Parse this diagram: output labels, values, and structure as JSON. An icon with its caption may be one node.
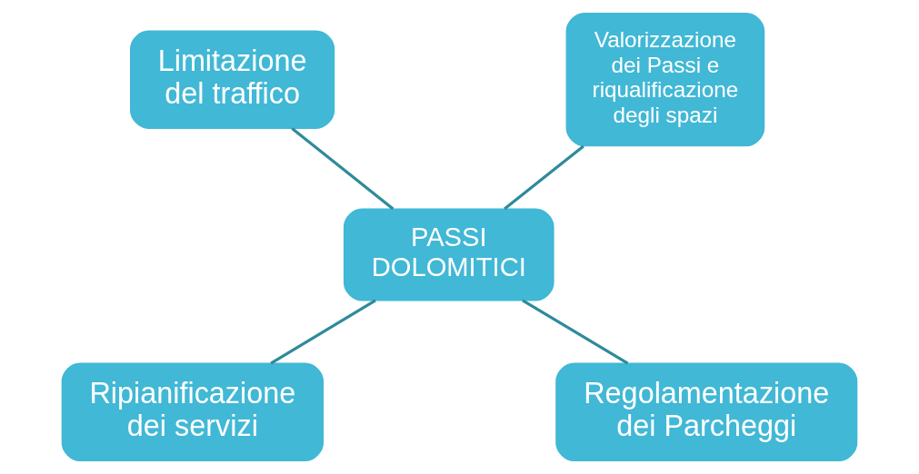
{
  "diagram": {
    "nodes": [
      {
        "text": [
          "Limitazione del traffico"
        ]
      },
      {
        "text": [
          "Valorizzazione dei Passi e riqualificazione degli spazi"
        ]
      },
      {
        "text": [
          "PASSI DOLOMITICI"
        ]
      },
      {
        "text": [
          "Ripianificazione dei servizi"
        ]
      },
      {
        "text": [
          "Regolamentazione dei Parcheggi"
        ]
      }
    ],
    "edges": [
      {
        "from": 0,
        "to": 2,
        "arrow": "none"
      },
      {
        "from": 1,
        "to": 2,
        "arrow": "none"
      },
      {
        "from": 2,
        "to": 3,
        "arrow": "none"
      },
      {
        "from": 2,
        "to": 4,
        "arrow": "none"
      }
    ]
  }
}
